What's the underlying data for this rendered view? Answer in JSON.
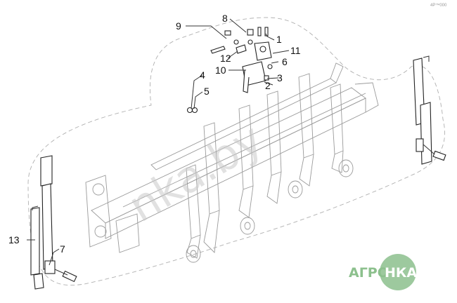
{
  "drawing_code": "4P™000",
  "watermark": {
    "text": "nka.by"
  },
  "logo": {
    "left": "АГРО",
    "right": "НКА",
    "color": "#8cc08d",
    "text_color": "#ffffff"
  },
  "callouts": [
    {
      "number": "1"
    },
    {
      "number": "2"
    },
    {
      "number": "3"
    },
    {
      "number": "4"
    },
    {
      "number": "5"
    },
    {
      "number": "6"
    },
    {
      "number": "7"
    },
    {
      "number": "8"
    },
    {
      "number": "9"
    },
    {
      "number": "10"
    },
    {
      "number": "11"
    },
    {
      "number": "12"
    },
    {
      "number": "13"
    }
  ]
}
